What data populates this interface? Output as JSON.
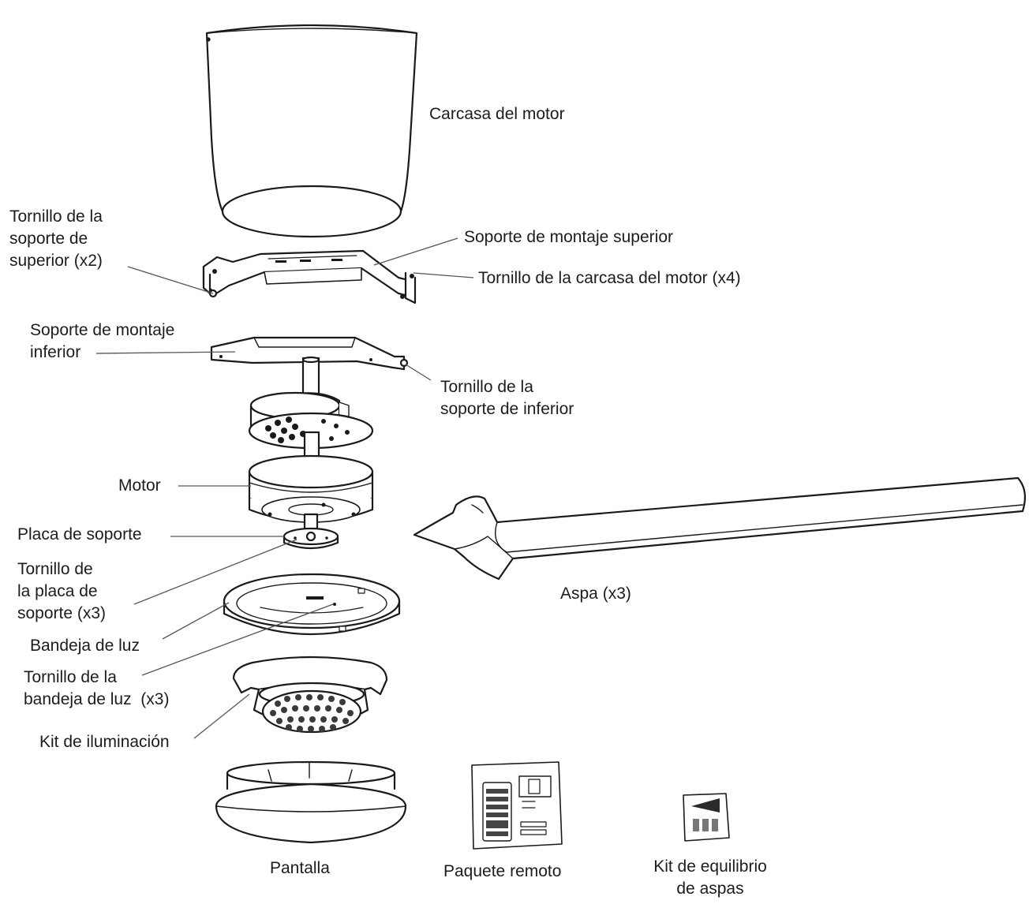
{
  "labels": {
    "carcasa_motor": "Carcasa del motor",
    "tornillo_soporte_superior_1": "Tornillo de la",
    "tornillo_soporte_superior_2": "soporte de",
    "tornillo_soporte_superior_3": "superior (x2)",
    "soporte_montaje_superior": "Soporte de montaje superior",
    "tornillo_carcasa_motor": "Tornillo de la carcasa del motor (x4)",
    "soporte_montaje_inferior_1": "Soporte de montaje",
    "soporte_montaje_inferior_2": "inferior",
    "tornillo_soporte_inferior_1": "Tornillo de la",
    "tornillo_soporte_inferior_2": "soporte de inferior",
    "motor": "Motor",
    "placa_soporte": "Placa de soporte",
    "tornillo_placa_1": "Tornillo de",
    "tornillo_placa_2": "la placa de",
    "tornillo_placa_3": "soporte (x3)",
    "bandeja_luz": "Bandeja de luz",
    "tornillo_bandeja_1": "Tornillo de la",
    "tornillo_bandeja_2": "bandeja de luz  (x3)",
    "kit_iluminacion": "Kit de iluminación",
    "aspa": "Aspa (x3)",
    "pantalla": "Pantalla",
    "paquete_remoto": "Paquete remoto",
    "kit_equilibrio_1": "Kit de equilibrio",
    "kit_equilibrio_2": "de aspas"
  },
  "colors": {
    "stroke": "#1a1a1a",
    "leader": "#555555",
    "fill": "#ffffff",
    "shade": "#d9d9d9",
    "dark": "#3a3a3a"
  }
}
